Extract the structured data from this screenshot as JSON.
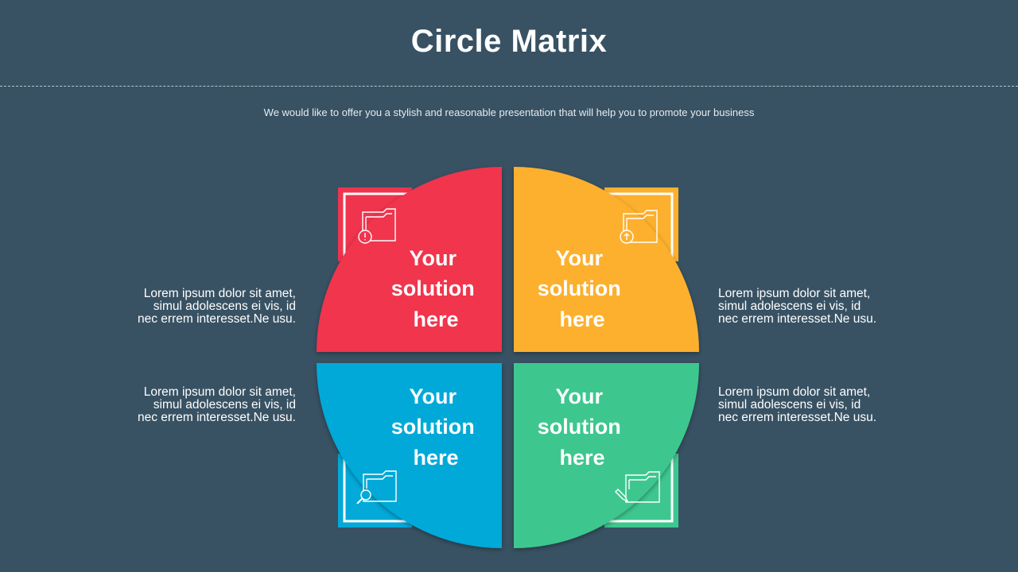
{
  "title": "Circle Matrix",
  "subtitle": "We would like to offer you a stylish and reasonable presentation that will help you to promote your business",
  "quadrants": [
    {
      "id": "top-left",
      "color": "#f0344d",
      "icon": "folder-alert-icon",
      "label_lines": [
        "Your",
        "solution",
        "here"
      ],
      "description_lines": [
        "Lorem ipsum dolor sit amet,",
        "simul adolescens ei vis, id",
        "nec errem interesset.Ne usu."
      ]
    },
    {
      "id": "top-right",
      "color": "#fcb02e",
      "icon": "folder-upload-icon",
      "label_lines": [
        "Your",
        "solution",
        "here"
      ],
      "description_lines": [
        "Lorem ipsum dolor sit amet,",
        "simul adolescens ei vis, id",
        "nec errem interesset.Ne usu."
      ]
    },
    {
      "id": "bottom-left",
      "color": "#03a9d8",
      "icon": "folder-search-icon",
      "label_lines": [
        "Your",
        "solution",
        "here"
      ],
      "description_lines": [
        "Lorem ipsum dolor sit amet,",
        "simul adolescens ei vis, id",
        "nec errem interesset.Ne usu."
      ]
    },
    {
      "id": "bottom-right",
      "color": "#3dc78f",
      "icon": "folder-edit-icon",
      "label_lines": [
        "Your",
        "solution",
        "here"
      ],
      "description_lines": [
        "Lorem ipsum dolor sit amet,",
        "simul adolescens ei vis, id",
        "nec errem interesset.Ne usu."
      ]
    }
  ]
}
